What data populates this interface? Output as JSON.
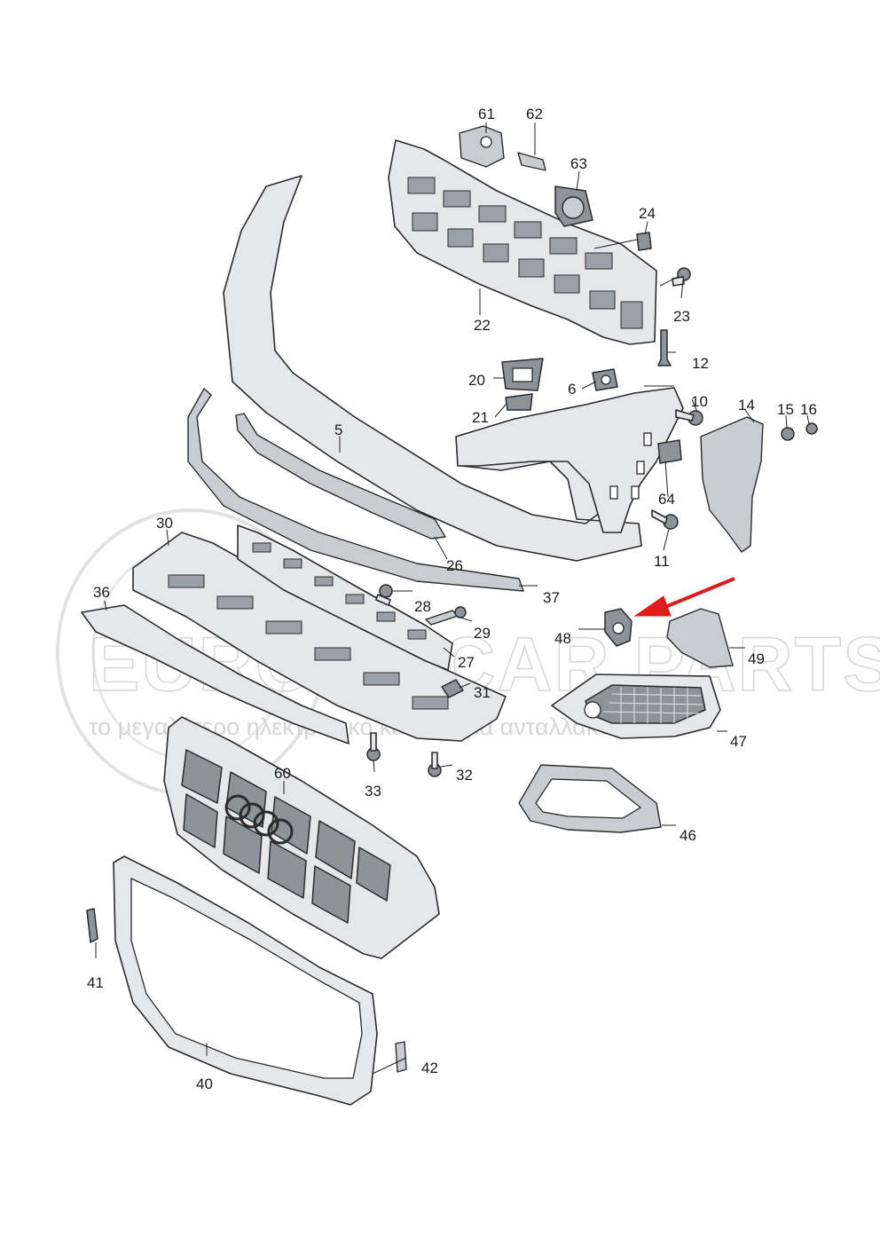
{
  "watermark": {
    "brand": "EUROPA CAR PARTS.gr",
    "tagline": "το μεγαλύτερο ηλεκτρονικό κατάστημα ανταλλακτικών"
  },
  "callouts": [
    {
      "id": "label-61",
      "text": "61"
    },
    {
      "id": "label-62",
      "text": "62"
    },
    {
      "id": "label-63",
      "text": "63"
    },
    {
      "id": "label-24",
      "text": "24"
    },
    {
      "id": "label-23",
      "text": "23"
    },
    {
      "id": "label-22",
      "text": "22"
    },
    {
      "id": "label-12",
      "text": "12"
    },
    {
      "id": "label-20",
      "text": "20"
    },
    {
      "id": "label-6",
      "text": "6"
    },
    {
      "id": "label-10",
      "text": "10"
    },
    {
      "id": "label-14",
      "text": "14"
    },
    {
      "id": "label-15",
      "text": "15"
    },
    {
      "id": "label-16",
      "text": "16"
    },
    {
      "id": "label-21",
      "text": "21"
    },
    {
      "id": "label-5",
      "text": "5"
    },
    {
      "id": "label-64",
      "text": "64"
    },
    {
      "id": "label-11",
      "text": "11"
    },
    {
      "id": "label-30",
      "text": "30"
    },
    {
      "id": "label-26",
      "text": "26"
    },
    {
      "id": "label-37",
      "text": "37"
    },
    {
      "id": "label-36",
      "text": "36"
    },
    {
      "id": "label-28",
      "text": "28"
    },
    {
      "id": "label-29",
      "text": "29"
    },
    {
      "id": "label-48",
      "text": "48"
    },
    {
      "id": "label-49",
      "text": "49"
    },
    {
      "id": "label-27",
      "text": "27"
    },
    {
      "id": "label-31",
      "text": "31"
    },
    {
      "id": "label-47",
      "text": "47"
    },
    {
      "id": "label-33",
      "text": "33"
    },
    {
      "id": "label-32",
      "text": "32"
    },
    {
      "id": "label-60",
      "text": "60"
    },
    {
      "id": "label-46",
      "text": "46"
    },
    {
      "id": "label-41",
      "text": "41"
    },
    {
      "id": "label-42",
      "text": "42"
    },
    {
      "id": "label-40",
      "text": "40"
    }
  ],
  "highlight": {
    "target": "48",
    "color": "#e01b1b"
  }
}
